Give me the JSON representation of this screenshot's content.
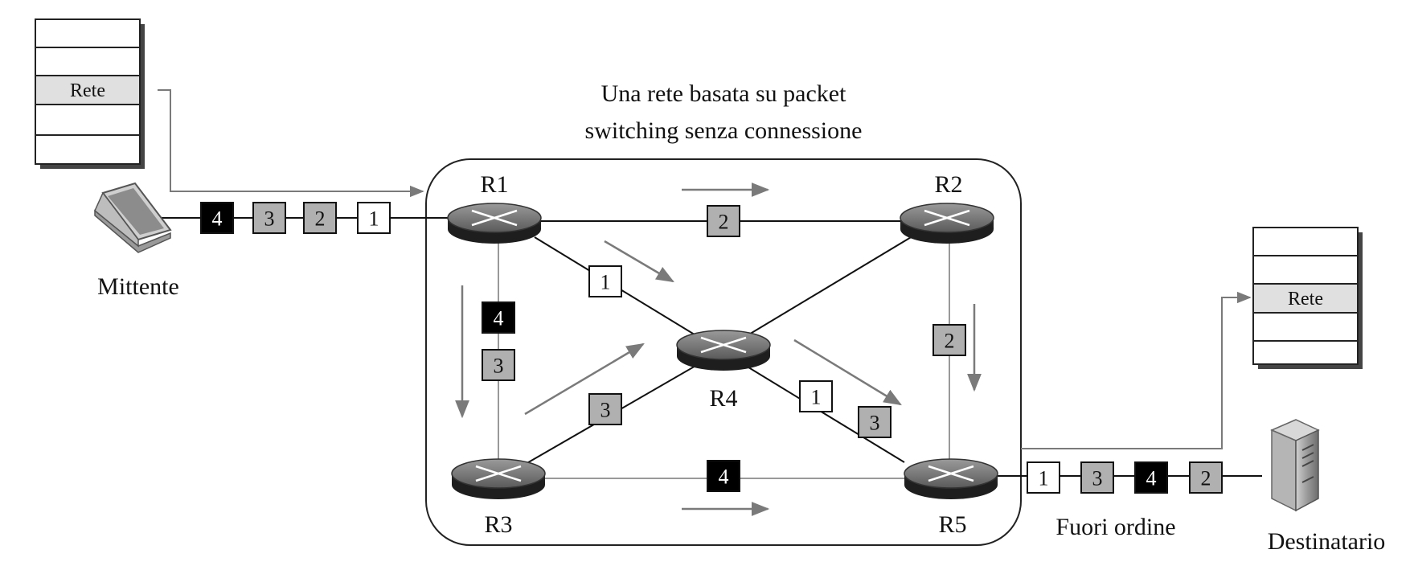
{
  "title_line1": "Una rete basata su packet",
  "title_line2": "switching senza connessione",
  "sender": {
    "label": "Mittente",
    "stack_layer": "Rete",
    "outgoing": [
      "4",
      "3",
      "2",
      "1"
    ]
  },
  "receiver": {
    "label": "Destinatario",
    "stack_layer": "Rete",
    "incoming": [
      "1",
      "3",
      "4",
      "2"
    ],
    "note": "Fuori ordine"
  },
  "routers": [
    "R1",
    "R2",
    "R3",
    "R4",
    "R5"
  ],
  "link_packets": {
    "r1_r2": "2",
    "r1_r4": "1",
    "r1_r3_top": "4",
    "r1_r3_bottom": "3",
    "r3_r4": "3",
    "r4_r5_a": "1",
    "r4_r5_b": "3",
    "r2_r5": "2",
    "r3_r5": "4"
  },
  "colors": {
    "white": "#ffffff",
    "gray": "#b0b0b0",
    "black": "#000000",
    "arrow": "#7a7a7a"
  },
  "icons": [
    "laptop-icon",
    "server-icon",
    "router-icon"
  ]
}
